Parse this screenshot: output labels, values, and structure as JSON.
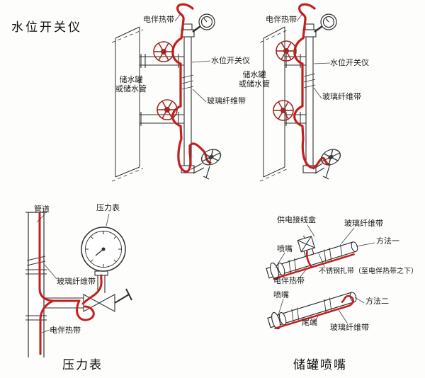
{
  "title": "水位开关仪",
  "colors": {
    "trace": "#c41f1f",
    "line": "#2f2f2f",
    "wheel": "#9e2b25"
  },
  "top_left": {
    "heat_trace": "电伴热带",
    "level_switch": "水位开关仪",
    "tank_line1": "储水罐",
    "tank_line2": "或储水管",
    "fiber_tape": "玻璃纤维带"
  },
  "top_right": {
    "heat_trace": "电伴热带",
    "level_switch": "水位开关仪",
    "tank_line1": "储水罐",
    "tank_line2": "或储水管",
    "fiber_tape": "玻璃纤维带"
  },
  "pressure": {
    "pipe": "管道",
    "gauge": "压力表",
    "fiber_tape": "玻璃纤维带",
    "heat_trace": "电伴热带",
    "caption": "压力表"
  },
  "nozzle": {
    "junction_box": "供电接线盒",
    "fiber_tape_top": "玻璃纤维带",
    "method1": "方法一",
    "nozzle1": "喷嘴",
    "steel_tie": "不锈钢扎带（至电伴热带之下）",
    "heat_trace": "电伴热带",
    "nozzle2": "喷嘴",
    "method2": "方法二",
    "tail": "尾端",
    "fiber_tape_bottom": "玻璃纤维带",
    "caption": "储罐喷嘴"
  }
}
